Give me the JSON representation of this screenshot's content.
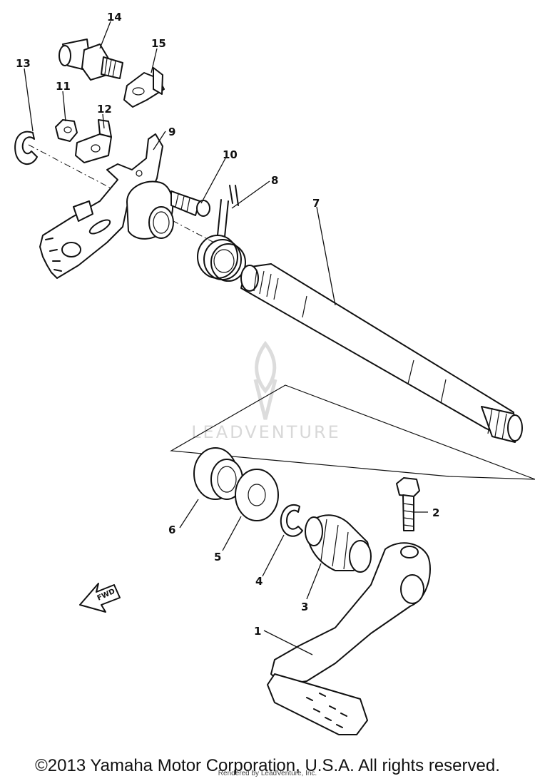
{
  "watermark": {
    "brand": "LEADVENTURE"
  },
  "callouts": [
    "1",
    "2",
    "3",
    "4",
    "5",
    "6",
    "7",
    "8",
    "9",
    "10",
    "11",
    "12",
    "13",
    "14",
    "15"
  ],
  "fwd_label": "FWD",
  "footer": {
    "copyright": "©2013 Yamaha Motor Corporation, U.S.A. All rights reserved.",
    "rendered_by": "Rendered by LeadVenture, Inc."
  }
}
